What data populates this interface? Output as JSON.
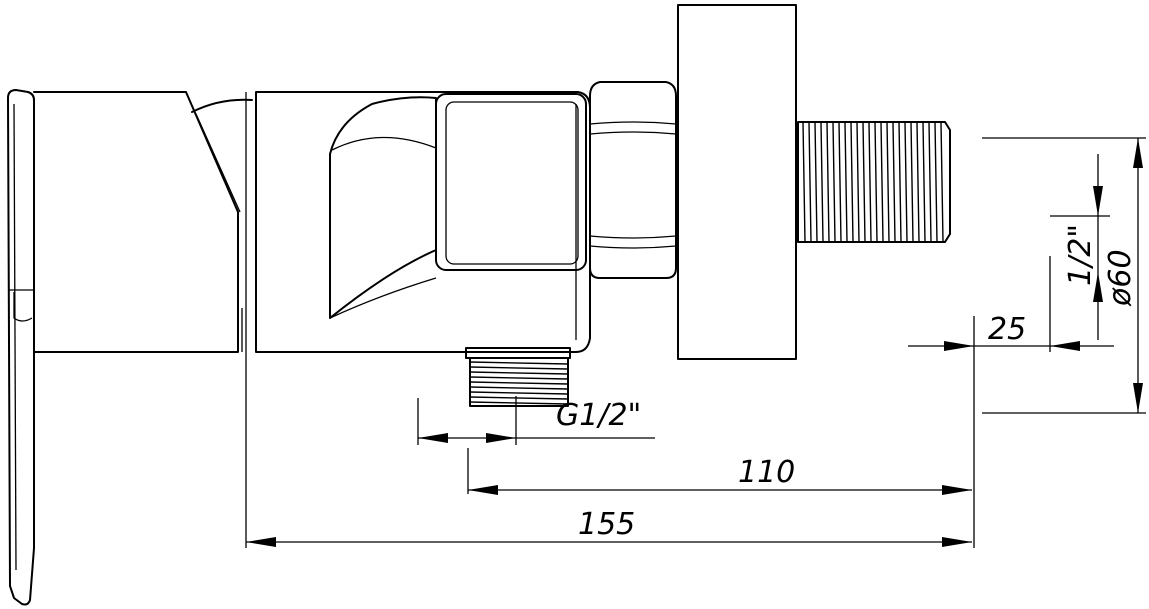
{
  "dimensions": {
    "pipe_thread": "G1/2\"",
    "inlet_thread": "1/2\"",
    "flange_diameter": "ø60",
    "inlet_length": "25",
    "mid_length": "110",
    "overall_length": "155"
  },
  "colors": {
    "line": "#000000",
    "background": "#ffffff"
  }
}
